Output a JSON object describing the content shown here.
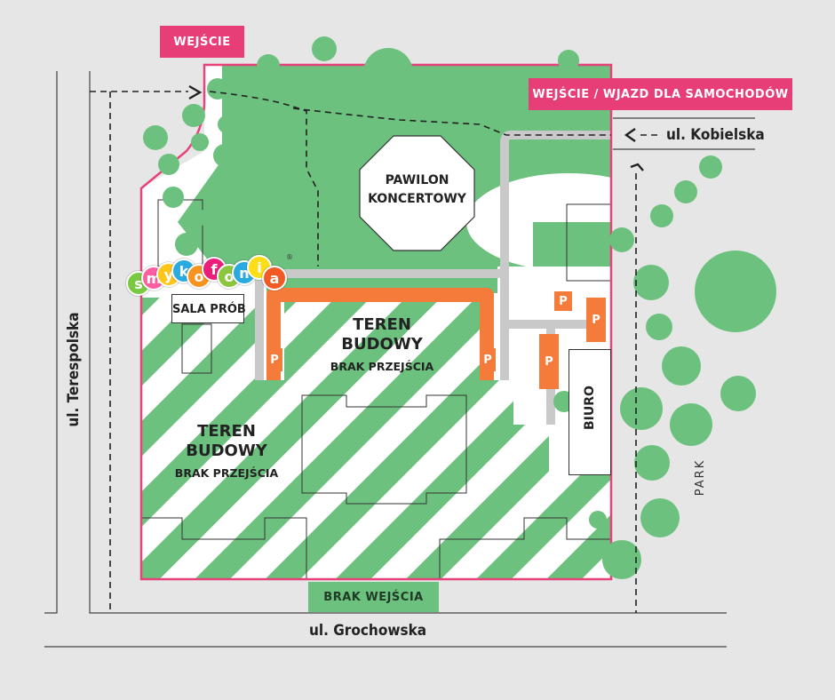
{
  "colors": {
    "background": "#e6e6e6",
    "green": "#6cc17e",
    "pink_border": "#e8427a",
    "pink_tag": "#e83e78",
    "orange": "#f47b3a",
    "path_gray": "#c9c9c9",
    "line": "#444444"
  },
  "entrances": {
    "main": "WEJŚCIE",
    "car": "WEJŚCIE / WJAZD DLA SAMOCHODÓW",
    "no_entry": "BRAK WEJŚCIA"
  },
  "streets": {
    "left": "ul. Terespolska",
    "bottom": "ul. Grochowska",
    "right_top": "ul. Kobielska",
    "park": "PARK"
  },
  "buildings": {
    "pavilion_line1": "PAWILON",
    "pavilion_line2": "KONCERTOWY",
    "rehearsal": "SALA PRÓB",
    "office": "BIURO"
  },
  "construction": {
    "center_line1": "TEREN",
    "center_line2": "BUDOWY",
    "center_note": "BRAK PRZEJŚCIA",
    "left_line1": "TEREN",
    "left_line2": "BUDOWY",
    "left_note": "BRAK PRZEJŚCIA"
  },
  "parking_label": "P",
  "logo": {
    "letters": [
      "s",
      "m",
      "y",
      "k",
      "o",
      "f",
      "o",
      "n",
      "i",
      "a"
    ],
    "letter_colors": [
      "#7ac943",
      "#ff5fa0",
      "#ffc61a",
      "#29abe2",
      "#f7931e",
      "#ed1e79",
      "#8cc63f",
      "#29abe2",
      "#ffde17",
      "#f15a24"
    ],
    "registered": "®"
  }
}
